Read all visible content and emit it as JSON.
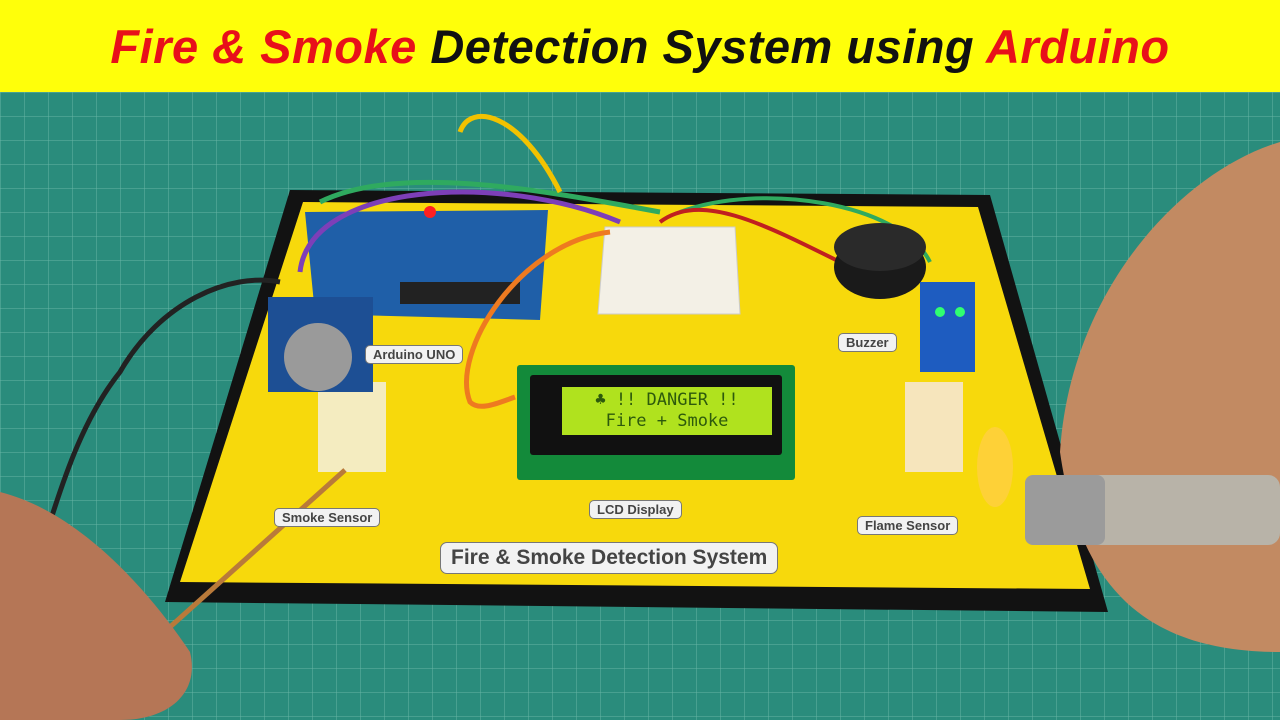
{
  "title": {
    "part1": "Fire & Smoke",
    "part2": "Detection System using",
    "part3": "Arduino"
  },
  "labels": {
    "arduino": "Arduino UNO",
    "buzzer": "Buzzer",
    "lcd": "LCD Display",
    "smoke_sensor": "Smoke Sensor",
    "flame_sensor": "Flame Sensor",
    "main": "Fire & Smoke Detection System"
  },
  "lcd_text": {
    "line1": "♣ !! DANGER !!",
    "line2": "Fire + Smoke"
  },
  "colors": {
    "banner": "#ffff0a",
    "title_red": "#e8101a",
    "mat": "#2a8c7c",
    "board": "#f7d90c",
    "lcd": "#b0e21e"
  }
}
